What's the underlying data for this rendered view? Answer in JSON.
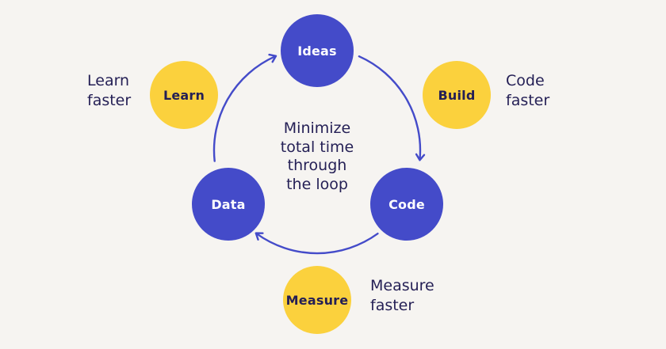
{
  "diagram": {
    "center_text": "Minimize\ntotal time\nthrough\nthe loop",
    "nodes": {
      "ideas": {
        "label": "Ideas",
        "color": "#444bc9",
        "text_color": "#ffffff"
      },
      "build": {
        "label": "Build",
        "color": "#fbd13d",
        "text_color": "#241f55"
      },
      "code": {
        "label": "Code",
        "color": "#444bc9",
        "text_color": "#ffffff"
      },
      "measure": {
        "label": "Measure",
        "color": "#fbd13d",
        "text_color": "#241f55"
      },
      "data": {
        "label": "Data",
        "color": "#444bc9",
        "text_color": "#ffffff"
      },
      "learn": {
        "label": "Learn",
        "color": "#fbd13d",
        "text_color": "#241f55"
      }
    },
    "captions": {
      "learn": "Learn\nfaster",
      "build": "Code\nfaster",
      "measure": "Measure\nfaster"
    },
    "colors": {
      "background": "#f6f4f1",
      "arrow": "#444bc9",
      "text": "#241f55"
    }
  }
}
